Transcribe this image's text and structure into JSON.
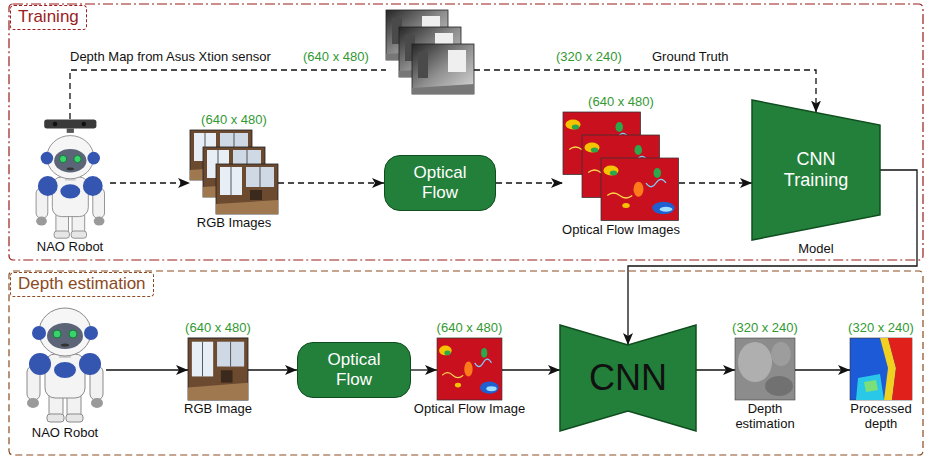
{
  "diagram": {
    "nodes": [
      {
        "text": [
          "Training"
        ]
      },
      {
        "text": [
          "NAO Robot"
        ],
        "in": 0
      },
      {
        "text": [
          "Depth Map from Asus Xtion sensor",
          "(640 x 480)",
          "(320 x 240)",
          "Ground Truth"
        ],
        "in": 0
      },
      {
        "text": [
          "(640 x 480)",
          "RGB Images"
        ],
        "in": 0
      },
      {
        "text": [
          "Optical Flow"
        ],
        "in": 0
      },
      {
        "text": [
          "(640 x 480)",
          "Optical Flow Images"
        ],
        "in": 0
      },
      {
        "text": [
          "CNN Training",
          "Model"
        ],
        "in": 0
      },
      {
        "text": [
          "Depth estimation"
        ]
      },
      {
        "text": [
          "NAO Robot"
        ],
        "in": 7
      },
      {
        "text": [
          "(640 x 480)",
          "RGB Image"
        ],
        "in": 7
      },
      {
        "text": [
          "Optical Flow"
        ],
        "in": 7
      },
      {
        "text": [
          "(640 x 480)",
          "Optical Flow Image"
        ],
        "in": 7
      },
      {
        "text": [
          "CNN"
        ],
        "in": 7
      },
      {
        "text": [
          "(320 x 240)",
          "Depth estimation"
        ],
        "in": 7
      },
      {
        "text": [
          "(320 x 240)",
          "Processed depth"
        ],
        "in": 7
      }
    ],
    "edges": [
      {
        "from": 1,
        "to": 2,
        "arrow": "none"
      },
      {
        "from": 2,
        "to": 6,
        "arrow": "to"
      },
      {
        "from": 1,
        "to": 3,
        "arrow": "to"
      },
      {
        "from": 3,
        "to": 4,
        "arrow": "to"
      },
      {
        "from": 4,
        "to": 5,
        "arrow": "to"
      },
      {
        "from": 5,
        "to": 6,
        "arrow": "to"
      },
      {
        "from": 6,
        "to": 12,
        "arrow": "to"
      },
      {
        "from": 8,
        "to": 9,
        "arrow": "to"
      },
      {
        "from": 9,
        "to": 10,
        "arrow": "to"
      },
      {
        "from": 10,
        "to": 11,
        "arrow": "to"
      },
      {
        "from": 11,
        "to": 12,
        "arrow": "to"
      },
      {
        "from": 12,
        "to": 13,
        "arrow": "to"
      },
      {
        "from": 13,
        "to": 14,
        "arrow": "to"
      }
    ]
  }
}
